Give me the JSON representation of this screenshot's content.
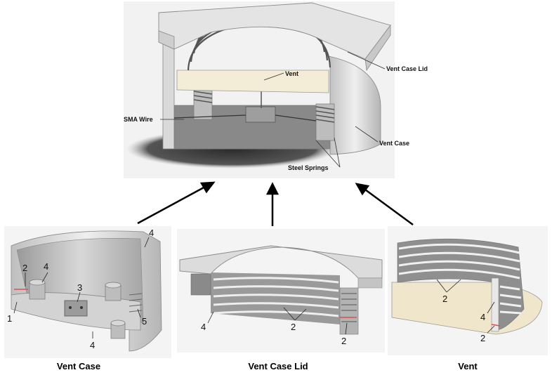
{
  "assembly": {
    "labels": {
      "vent_case_lid": "Vent Case Lid",
      "vent": "Vent",
      "sma_wire": "SMA Wire",
      "vent_case": "Vent Case",
      "steel_springs": "Steel Springs"
    }
  },
  "parts": {
    "vent_case": {
      "caption": "Vent Case",
      "callouts": [
        "1",
        "2",
        "3",
        "4",
        "4",
        "4",
        "5"
      ]
    },
    "vent_case_lid": {
      "caption": "Vent Case Lid",
      "callouts": [
        "4",
        "2",
        "2"
      ]
    },
    "vent": {
      "caption": "Vent",
      "callouts": [
        "2",
        "4",
        "2"
      ]
    }
  },
  "colors": {
    "part_light": "#e6e6e6",
    "part_mid": "#bdbdbd",
    "part_dark": "#8e8e8e",
    "cream": "#f3ecd6",
    "shadow": "#3a3a3a",
    "arrow": "#000000",
    "wire": "#d9534f"
  }
}
